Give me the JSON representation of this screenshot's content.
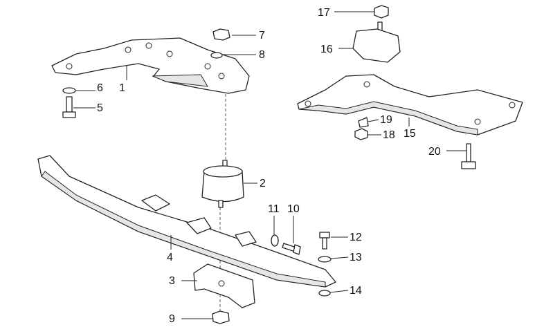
{
  "diagram": {
    "type": "exploded-parts-diagram",
    "callouts": {
      "c1": "1",
      "c2": "2",
      "c3": "3",
      "c4": "4",
      "c5": "5",
      "c6": "6",
      "c7": "7",
      "c8": "8",
      "c9": "9",
      "c10": "10",
      "c11": "11",
      "c12": "12",
      "c13": "13",
      "c14": "14",
      "c15": "15",
      "c16": "16",
      "c17": "17",
      "c18": "18",
      "c19": "19",
      "c20": "20"
    }
  }
}
